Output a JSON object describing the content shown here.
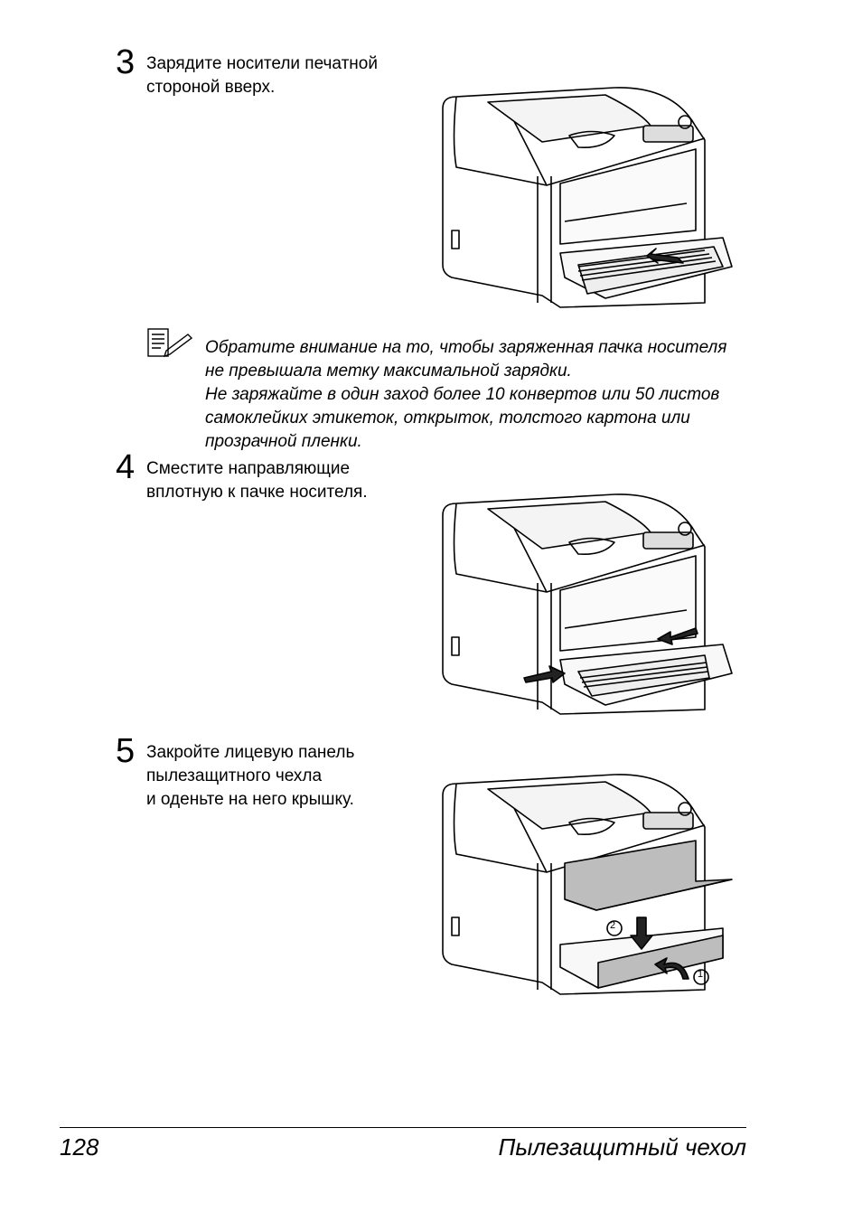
{
  "steps": [
    {
      "number": "3",
      "lines": [
        "Зарядите носители печатной",
        "стороной вверх."
      ]
    },
    {
      "number": "4",
      "lines": [
        "Сместите направляющие",
        "вплотную к пачке носителя."
      ]
    },
    {
      "number": "5",
      "lines": [
        "Закройте лицевую панель",
        "пылезащитного чехла",
        "и оденьте на него крышку."
      ]
    }
  ],
  "note": {
    "icon": "note-pencil-icon",
    "lines": [
      "Обратите внимание на то, чтобы заряженная пачка носителя",
      "не превышала метку      максимальной зарядки.",
      "Не заряжайте в один заход более 10 конвертов или 50 листов",
      "самоклейких этикеток, открыток, толстого картона или",
      "прозрачной пленки."
    ]
  },
  "illustrations": {
    "callout_1": "1",
    "callout_2": "2"
  },
  "footer": {
    "page_number": "128",
    "section_title": "Пылезащитный чехол"
  }
}
